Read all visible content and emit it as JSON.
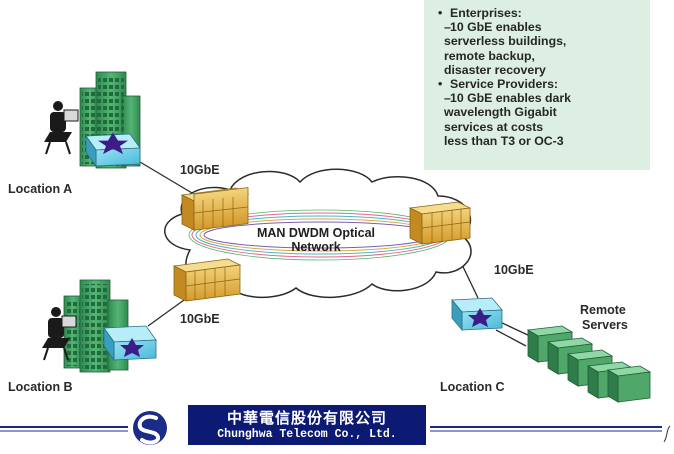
{
  "diagram": {
    "info_box": {
      "items": [
        {
          "title": "Enterprises:",
          "detail_lines": [
            "10 GbE enables",
            "serverless buildings,",
            "remote backup,",
            "disaster recovery"
          ]
        },
        {
          "title": "Service Providers:",
          "detail_lines": [
            "10 GbE enables dark",
            "wavelength Gigabit",
            "services at costs",
            "less than T3 or OC-3"
          ]
        }
      ]
    },
    "cloud_label_line1": "MAN DWDM Optical",
    "cloud_label_line2": "Network",
    "location_a": "Location A",
    "location_b": "Location B",
    "location_c": "Location C",
    "link_a": "10GbE",
    "link_b": "10GbE",
    "link_c": "10GbE",
    "remote_servers_line1": "Remote",
    "remote_servers_line2": "Servers"
  },
  "footer": {
    "logo_chinese": "中華電信股份有限公司",
    "logo_english": "Chunghwa Telecom Co., Ltd.",
    "colors": {
      "logo_bg": "#0c1a73",
      "rule": "#1a2b8a"
    }
  },
  "colors": {
    "building": "#3f9e63",
    "switch_body": "#6fd0ea",
    "switch_star": "#3c1c86",
    "mux": "#e8b84a",
    "server": "#4fa86a",
    "info_bg": "#dcefe2"
  }
}
